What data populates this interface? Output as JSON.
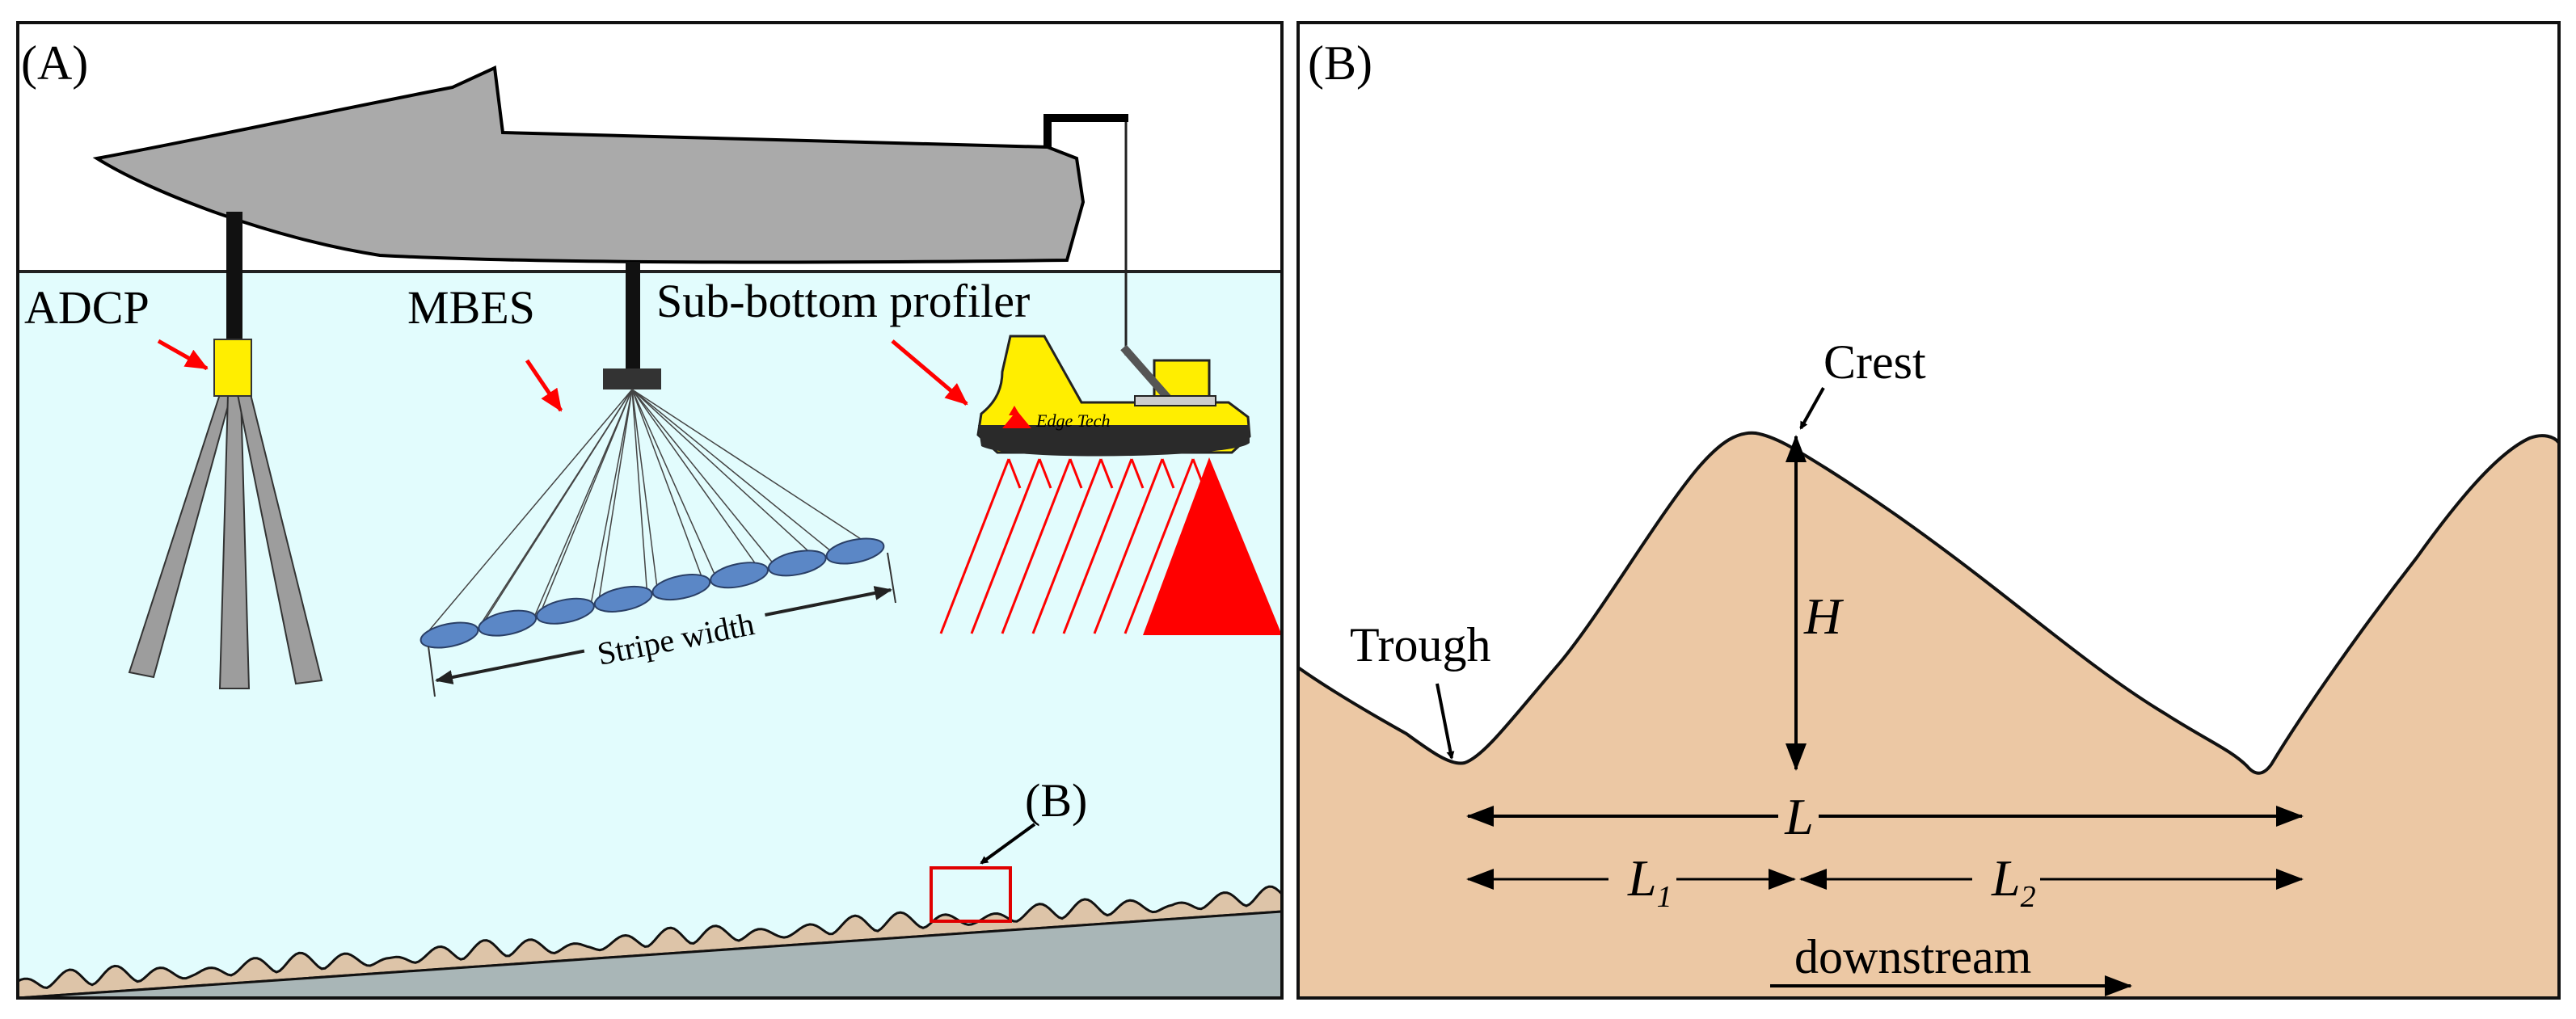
{
  "panel_a": {
    "label": "(A)",
    "instruments": {
      "adcp": "ADCP",
      "mbes": "MBES",
      "sbp": "Sub-bottom profiler"
    },
    "swath_label": "Stripe width",
    "profiler_brand": "Edge Tech",
    "inset_label": "(B)"
  },
  "panel_b": {
    "label": "(B)",
    "crest": "Crest",
    "trough": "Trough",
    "height": "H",
    "length": "L",
    "l1_letter": "L",
    "l1_sub": "1",
    "l2_letter": "L",
    "l2_sub": "2",
    "flow": "downstream"
  },
  "colors": {
    "water": "#e2fcfd",
    "hull": "#aaaaaa",
    "sediment": "#ecc8a4",
    "bedrock": "#a9b6b7",
    "instrument_yellow": "#ffee00",
    "arrow_red": "#ff0000",
    "beam_blue": "#5b87c6"
  },
  "icons": [
    "survey-vessel",
    "adcp-transducer",
    "mbes-transducer",
    "sub-bottom-towfish"
  ]
}
